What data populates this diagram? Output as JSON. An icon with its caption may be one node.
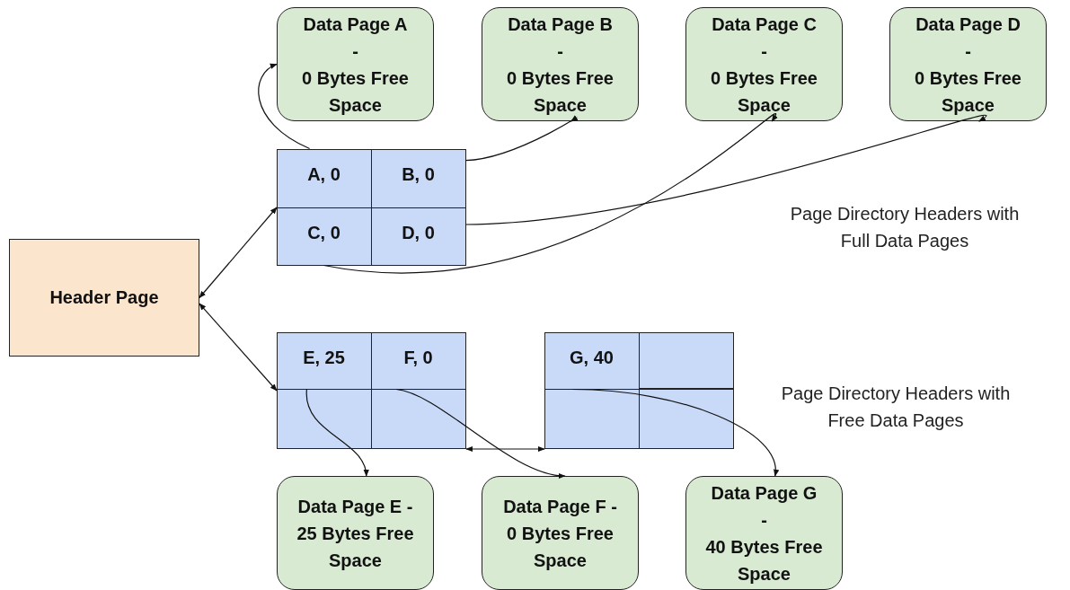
{
  "diagram": {
    "nodes": [
      {
        "text": [
          "Data Page A",
          "-",
          "0 Bytes Free Space"
        ]
      },
      {
        "text": [
          "Data Page B",
          "-",
          "0 Bytes Free Space"
        ]
      },
      {
        "text": [
          "Data Page C",
          "-",
          "0 Bytes Free Space"
        ]
      },
      {
        "text": [
          "Data Page D",
          "-",
          "0 Bytes Free Space"
        ]
      },
      {
        "text": [],
        "shape": "box"
      },
      {
        "text": [
          "A, 0"
        ],
        "in": 4
      },
      {
        "text": [
          "B, 0"
        ],
        "in": 4
      },
      {
        "text": [
          "C, 0"
        ],
        "in": 4
      },
      {
        "text": [
          "D, 0"
        ],
        "in": 4
      },
      {
        "text": [
          "Header Page"
        ]
      },
      {
        "text": [],
        "shape": "box"
      },
      {
        "text": [
          "E, 25"
        ],
        "in": 10
      },
      {
        "text": [
          "F, 0"
        ],
        "in": 10
      },
      {
        "text": [],
        "shape": "box"
      },
      {
        "text": [
          "G, 40"
        ],
        "in": 13
      },
      {
        "text": [
          "Data Page E -",
          "25 Bytes Free Space"
        ]
      },
      {
        "text": [
          "Data Page F -",
          "0 Bytes Free Space"
        ]
      },
      {
        "text": [
          "Data Page G",
          "-",
          "40 Bytes Free Space"
        ]
      }
    ],
    "edges": [
      {
        "from": 5,
        "to": 0,
        "arrow": "to"
      },
      {
        "from": 6,
        "to": 1,
        "arrow": "to"
      },
      {
        "from": 7,
        "to": 2,
        "arrow": "to"
      },
      {
        "from": 8,
        "to": 3,
        "arrow": "to"
      },
      {
        "from": 9,
        "to": 4,
        "arrow": "both"
      },
      {
        "from": 9,
        "to": 10,
        "arrow": "both"
      },
      {
        "from": 10,
        "to": 13,
        "arrow": "both"
      },
      {
        "from": 11,
        "to": 15,
        "arrow": "to"
      },
      {
        "from": 12,
        "to": 16,
        "arrow": "to"
      },
      {
        "from": 14,
        "to": 17,
        "arrow": "to"
      }
    ],
    "labels": [
      "Page Directory Headers with Full Data Pages",
      "Page Directory Headers with Free Data Pages"
    ]
  }
}
